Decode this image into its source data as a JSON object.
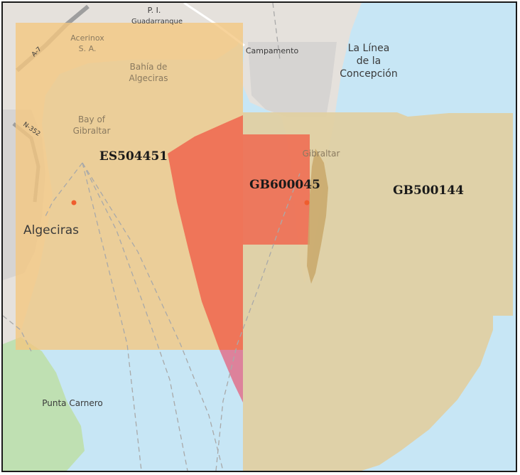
{
  "map": {
    "colors": {
      "sea": "#c7e6f5",
      "land": "#e5e1dc",
      "urban": "#d6d4d2",
      "green": "#bfe0b2",
      "zone_es": "#f5c77f",
      "zone_gb_large": "#e1cfa1",
      "zone_red": "#ef6b52",
      "zone_pink": "#de7a93",
      "marker": "#ef5d2e"
    },
    "place_labels": {
      "pi_line1": "P. I.",
      "pi_line2": "Guadarranque",
      "acerinox_line1": "Acerinox",
      "acerinox_line2": "S. A.",
      "bahia_line1": "Bahía de",
      "bahia_line2": "Algeciras",
      "bay_line1": "Bay of",
      "bay_line2": "Gibraltar",
      "campamento": "Campamento",
      "linea_line1": "La Línea",
      "linea_line2": "de la",
      "linea_line3": "Concepción",
      "gibraltar": "Gibraltar",
      "algeciras": "Algeciras",
      "punta_carnero": "Punta Carnero",
      "road_a7": "A-7",
      "road_n352": "N-352"
    },
    "zone_labels": {
      "es": "ES504451",
      "gb_small": "GB600045",
      "gb_large": "GB500144"
    }
  }
}
